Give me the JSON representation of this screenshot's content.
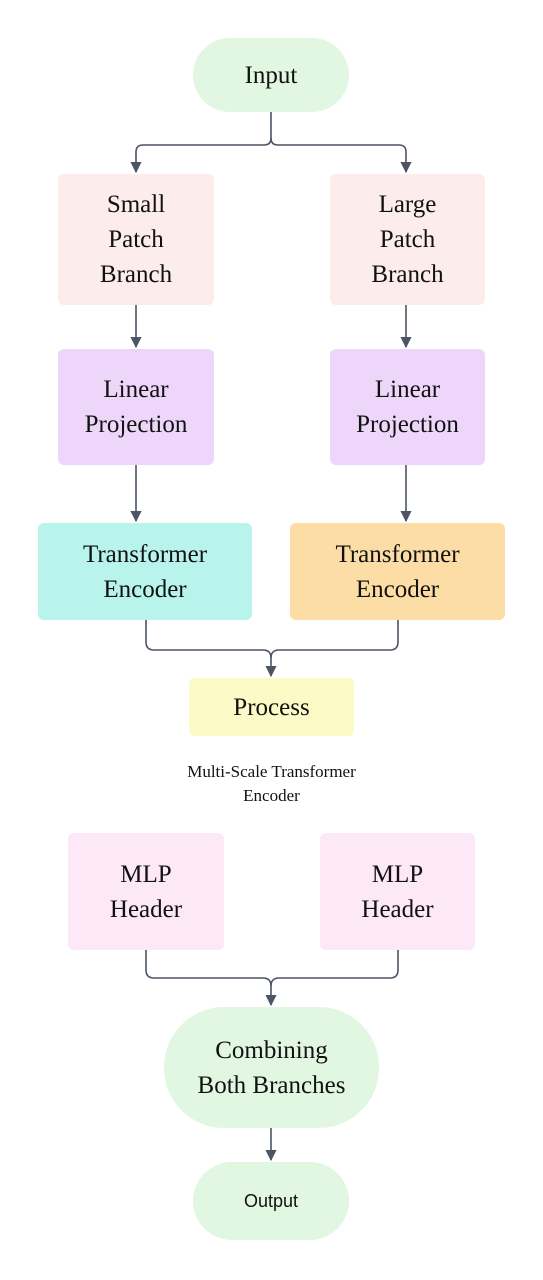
{
  "nodes": {
    "input": "Input",
    "small_patch": "Small\nPatch\nBranch",
    "large_patch": "Large\nPatch\nBranch",
    "linear_left": "Linear\nProjection",
    "linear_right": "Linear\nProjection",
    "transformer_left": "Transformer\nEncoder",
    "transformer_right": "Transformer\nEncoder",
    "process": "Process",
    "mlp_left": "MLP\nHeader",
    "mlp_right": "MLP\nHeader",
    "combining": "Combining\nBoth Branches",
    "output": "Output"
  },
  "caption": "Multi-Scale Transformer\nEncoder",
  "colors": {
    "pill_green": "#e1f7e1",
    "pink": "#fdecec",
    "lavender": "#eed6fb",
    "teal": "#b8f4ec",
    "orange": "#fddda6",
    "yellow": "#fcfac6",
    "light_pink": "#fde8f7",
    "edge": "#4b5563"
  }
}
